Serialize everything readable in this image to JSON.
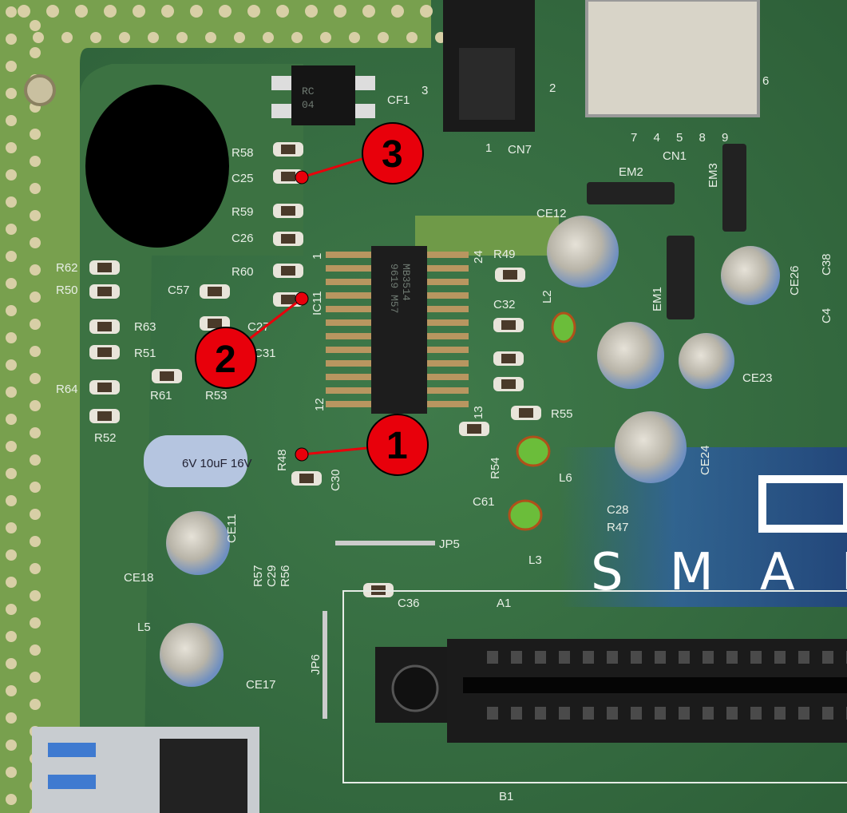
{
  "chip": {
    "line1": "MB3514",
    "line2": "9619 M57"
  },
  "cf1_part": {
    "line1": "RC",
    "line2": "04"
  },
  "capacitor_print": "6V 10uF 16V",
  "logo_text": "SMAR",
  "markers": [
    {
      "number": "1",
      "color": "#e8000b"
    },
    {
      "number": "2",
      "color": "#e8000b"
    },
    {
      "number": "3",
      "color": "#e8000b"
    }
  ],
  "silkscreen": {
    "cf1": "CF1",
    "cn7": "CN7",
    "cn1": "CN1",
    "cn1_pins": "7 4 5 8 9",
    "em2": "EM2",
    "em3": "EM3",
    "em1": "EM1",
    "r58": "R58",
    "c25": "C25",
    "r59": "R59",
    "c26": "C26",
    "r60": "R60",
    "c27": "C27",
    "r62": "R62",
    "r50": "R50",
    "c57": "C57",
    "r63": "R63",
    "r51": "R51",
    "r64": "R64",
    "r61": "R61",
    "r53": "R53",
    "r52": "R52",
    "c31": "C31",
    "ic11": "IC11",
    "pin1": "1",
    "pin24": "24",
    "pin12": "12",
    "pin13": "13",
    "r49": "R49",
    "c32": "C32",
    "l2": "L2",
    "ce12": "CE12",
    "ce26": "CE26",
    "c38": "C38",
    "c4": "C4",
    "ce23": "CE23",
    "ce24": "CE24",
    "r55": "R55",
    "r54": "R54",
    "l6": "L6",
    "c61": "C61",
    "c28": "C28",
    "r47": "R47",
    "r48": "R48",
    "c30": "C30",
    "ce11": "CE11",
    "jp5": "JP5",
    "l3": "L3",
    "r57": "R57",
    "c29": "C29",
    "r56": "R56",
    "ce18": "CE18",
    "c36": "C36",
    "a1": "A1",
    "l5": "L5",
    "ce17": "CE17",
    "jp6": "JP6",
    "b1": "B1",
    "cn7_p3": "3",
    "cn7_p2": "2",
    "cn7_p1": "1",
    "cn1_p6": "6"
  }
}
